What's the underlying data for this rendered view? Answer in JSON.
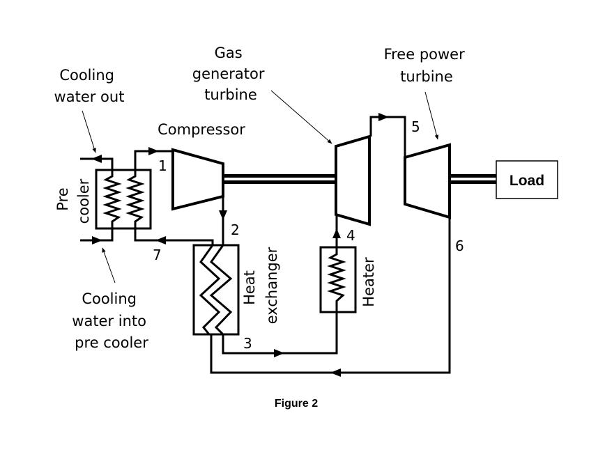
{
  "diagram": {
    "labels": {
      "cooling_water_out": [
        "Cooling",
        "water out"
      ],
      "gas_generator_turbine": [
        "Gas",
        "generator",
        "turbine"
      ],
      "free_power_turbine": [
        "Free power",
        "turbine"
      ],
      "compressor": "Compressor",
      "pre_cooler": [
        "Pre",
        "cooler"
      ],
      "heat_exchanger": [
        "Heat",
        "exchanger"
      ],
      "heater": "Heater",
      "load": "Load",
      "cooling_water_in": [
        "Cooling",
        "water into",
        "pre cooler"
      ]
    },
    "state_points": [
      "1",
      "2",
      "3",
      "4",
      "5",
      "6",
      "7"
    ],
    "caption": "Figure 2",
    "colors": {
      "line": "#000000",
      "background": "#ffffff"
    }
  }
}
